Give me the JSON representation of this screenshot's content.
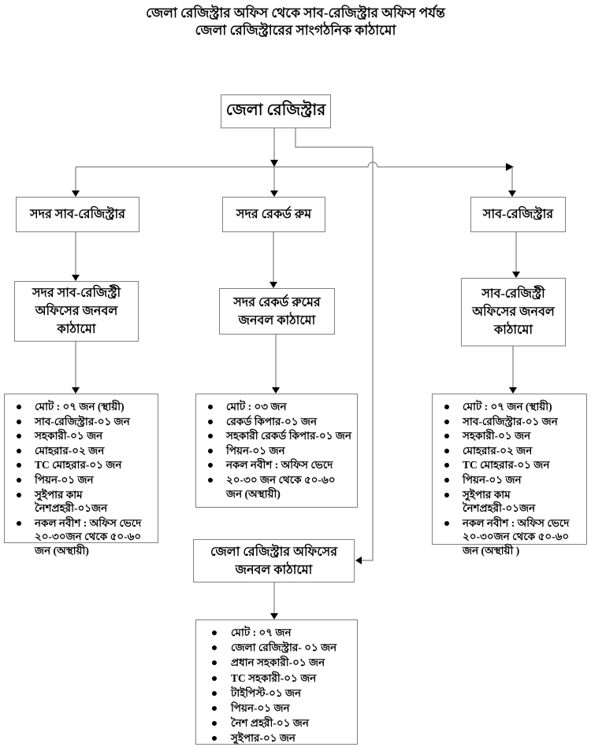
{
  "page_title": {
    "line1": "জেলা রেজিস্ট্রার অফিস থেকে সাব-রেজিস্ট্রার অফিস পর্যন্ত",
    "line2": "জেলা রেজিস্ট্রারের সাংগঠনিক কাঠামো"
  },
  "org_chart": {
    "root": {
      "label": "জেলা রেজিস্ট্রার"
    },
    "branches": [
      {
        "id": "sadar-sub-registrar",
        "title": "সদর সাব-রেজিস্ট্রার",
        "staffing_title": "সদর সাব-রেজিস্ট্রী অফিসের জনবল কাঠামো",
        "staff": [
          "মোট : ০৭ জন (স্থায়ী)",
          "সাব-রেজিস্ট্রার-০১ জন",
          "সহকারী-০১ জন",
          "মোহরার-০২ জন",
          "TC মোহরার-০১ জন",
          "পিয়ন-০১ জন",
          "সুইপার কাম নৈশপ্রহরী-০১জন",
          "নকল নবীশ : অফিস ভেদে ২০-৩০জন থেকে ৫০-৬০ জন (অস্থায়ী)"
        ]
      },
      {
        "id": "sadar-record-room",
        "title": "সদর রেকর্ড রুম",
        "staffing_title": "সদর রেকর্ড রুমের জনবল কাঠামো",
        "staff": [
          "মোট : ০৩ জন",
          "রেকর্ড কিপার-০১ জন",
          "সহকারী রেকর্ড কিপার-০১ জন",
          "পিয়ন-০১ জন",
          "নকল নবীশ : অফিস ভেদে",
          "২০-৩০ জন থেকে ৫০-৬০ জন (অস্থায়ী)"
        ]
      },
      {
        "id": "sub-registrar",
        "title": "সাব-রেজিস্ট্রার",
        "staffing_title": "সাব-রেজিস্ট্রী অফিসের জনবল কাঠামো",
        "staff": [
          "মোট : ০৭ জন (স্থায়ী)",
          "সাব-রেজিস্ট্রার-০১ জন",
          "সহকারী-০১ জন",
          "মোহরার-০২ জন",
          "TC মোহরার-০১ জন",
          "পিয়ন-০১ জন",
          "সুইপার কাম নৈশপ্রহরী-০১জন",
          "নকল নবীশ : অফিস ভেদে ২০-৩০জন থেকে ৫০-৬০ জন (অস্থায়ী )"
        ]
      }
    ],
    "district_registrar_office": {
      "title": "জেলা রেজিস্ট্রার অফিসের জনবল কাঠামো",
      "staff": [
        "মোট : ০৭ জন",
        "জেলা রেজিস্ট্রার- ০১ জন",
        "প্রধান সহকারী-০১ জন",
        "TC সহকারী-০১ জন",
        "টাইপিস্ট-০১ জন",
        "পিয়ন-০১ জন",
        "নৈশ প্রহরী-০১ জন",
        "সুইপার-০১ জন"
      ]
    }
  },
  "colors": {
    "background": "#ffffff",
    "box_border": "#808080",
    "connector_line": "#808080",
    "arrowhead": "#000000",
    "text": "#000000"
  }
}
